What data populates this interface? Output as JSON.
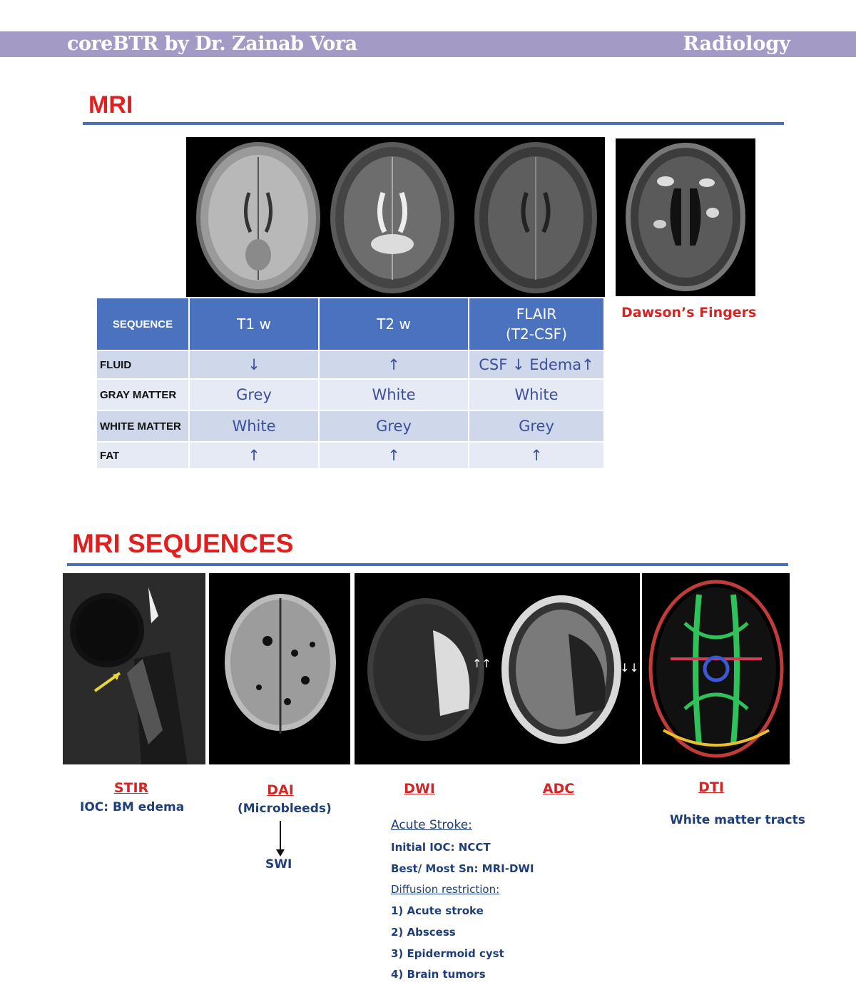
{
  "header": {
    "left": "coreBTR by Dr. Zainab Vora",
    "right": "Radiology"
  },
  "mri": {
    "title": "MRI",
    "dawson_caption": "Dawson’s Fingers",
    "table": {
      "header": {
        "sequence": "SEQUENCE",
        "t1": "T1 w",
        "t2": "T2 w",
        "flair_line1": "FLAIR",
        "flair_line2": "(T2-CSF)"
      },
      "rows": [
        {
          "label": "FLUID",
          "t1": "↓",
          "t2": "↑",
          "flair": "CSF ↓ Edema↑"
        },
        {
          "label": "GRAY MATTER",
          "t1": "Grey",
          "t2": "White",
          "flair": "White"
        },
        {
          "label": "WHITE MATTER",
          "t1": "White",
          "t2": "Grey",
          "flair": "Grey"
        },
        {
          "label": "FAT",
          "t1": "↑",
          "t2": "↑",
          "flair": "↑"
        }
      ]
    }
  },
  "sequences": {
    "title": "MRI SEQUENCES",
    "stir": {
      "label": "STIR",
      "note": "IOC: BM edema"
    },
    "dai": {
      "label": "DAI",
      "note": "(Microbleeds)",
      "arrow_target": "SWI"
    },
    "dwi": {
      "label": "DWI",
      "heading": "Acute Stroke:",
      "initial": "Initial IOC: NCCT",
      "best": "Best/ Most Sn: MRI-DWI",
      "diffusion_heading": "Diffusion restriction:",
      "items": [
        "1) Acute stroke",
        "2) Abscess",
        "3) Epidermoid cyst",
        "4) Brain tumors"
      ]
    },
    "adc": {
      "label": "ADC"
    },
    "dti": {
      "label": "DTI",
      "note": "White matter tracts"
    }
  },
  "colors": {
    "header_band": "#a39bc6",
    "title_red": "#e0201e",
    "rule_blue": "#4a6fb5",
    "table_header": "#4a72bf"
  }
}
